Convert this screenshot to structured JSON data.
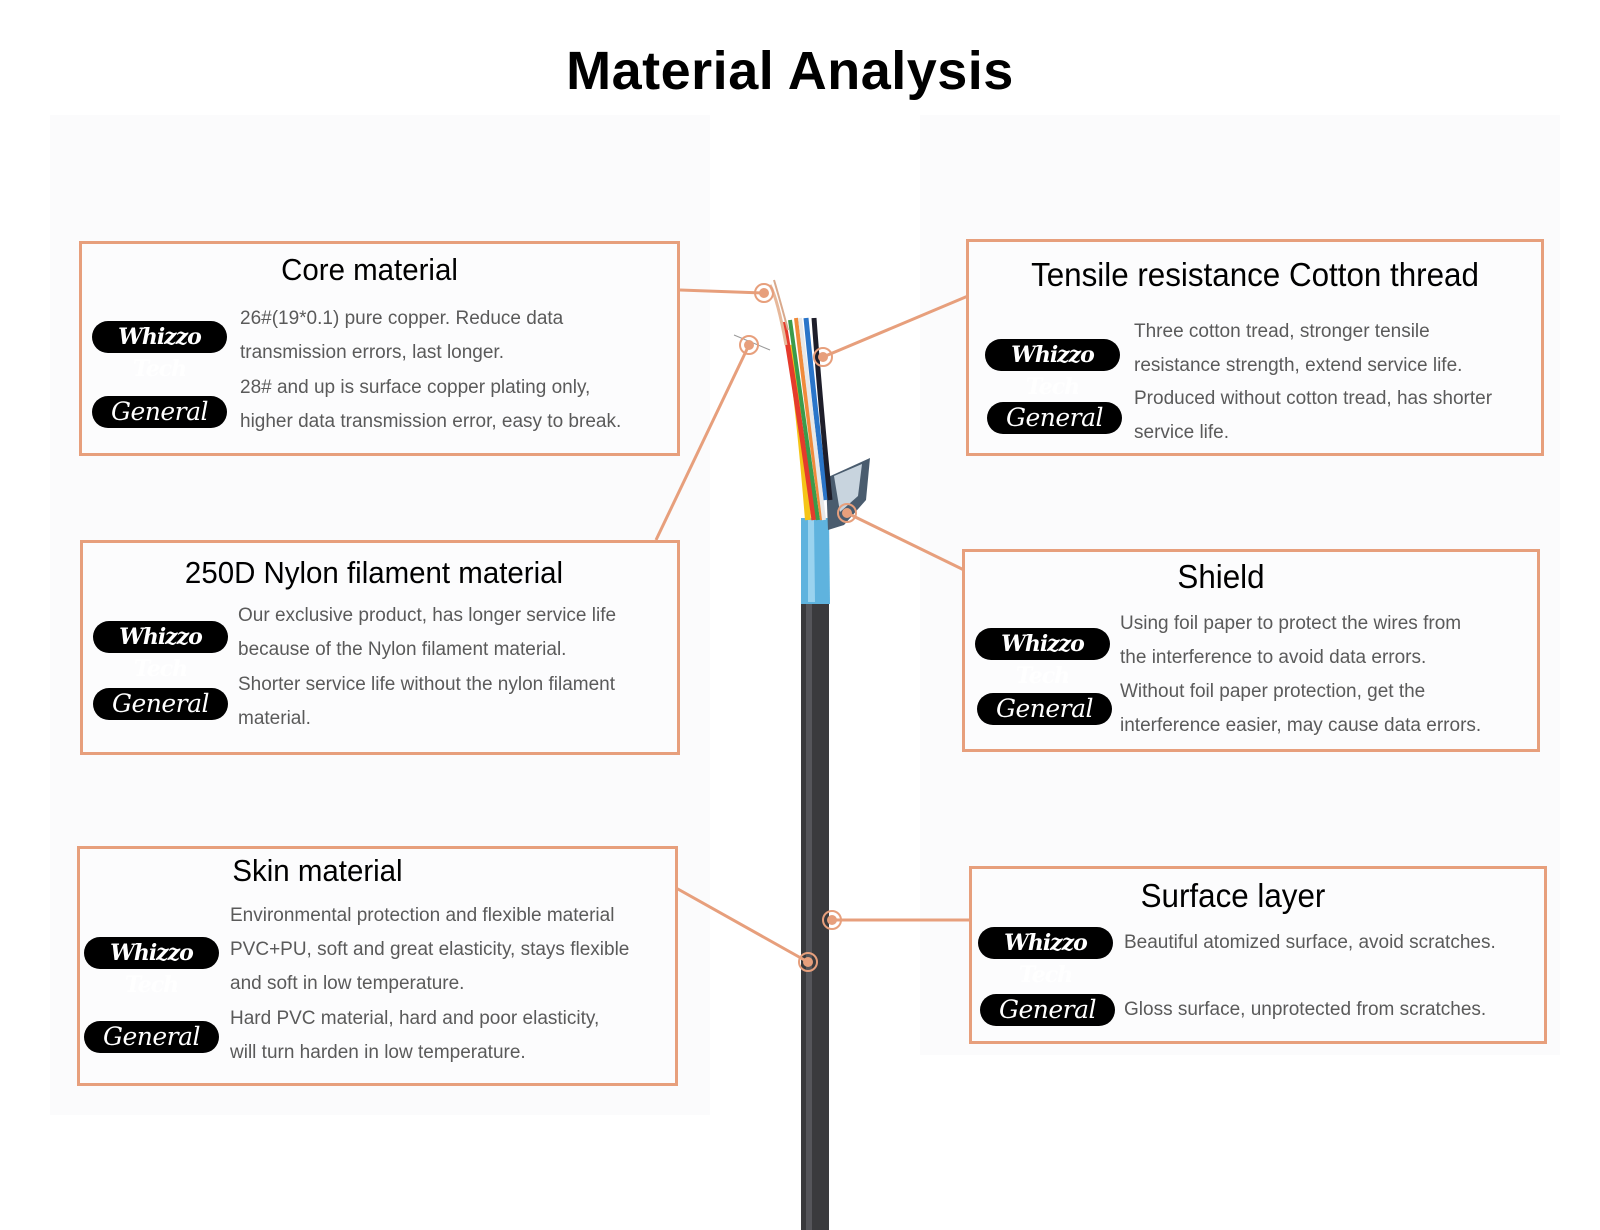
{
  "title": "Material Analysis",
  "brand_badge": "Whizzo Tech",
  "general_badge": "General",
  "colors": {
    "accent": "#e79f7c",
    "cable_jacket": "#3a3a3d",
    "shield_blue": "#5fb3de",
    "text": "#5a5a5a",
    "title": "#000000"
  },
  "cards": {
    "core": {
      "title": "Core material",
      "brand_lines": [
        "26#(19*0.1) pure copper. Reduce data",
        "transmission errors, last longer."
      ],
      "general_lines": [
        "28# and up is surface copper plating only,",
        "higher data transmission error, easy to break."
      ]
    },
    "nylon": {
      "title": "250D Nylon filament material",
      "brand_lines": [
        "Our exclusive product, has longer service life",
        "because of the Nylon filament material."
      ],
      "general_lines": [
        "Shorter service life without the nylon filament",
        "material."
      ]
    },
    "skin": {
      "title": "Skin material",
      "brand_lines": [
        "Environmental protection and flexible material",
        "PVC+PU, soft and great elasticity, stays flexible",
        "and soft in low temperature."
      ],
      "general_lines": [
        "Hard PVC material, hard and poor elasticity,",
        "will turn harden in low temperature."
      ]
    },
    "cotton": {
      "title": "Tensile resistance Cotton thread",
      "brand_lines": [
        "Three cotton tread, stronger tensile",
        "resistance strength, extend service life."
      ],
      "general_lines": [
        "Produced without cotton tread, has shorter",
        "service life."
      ]
    },
    "shield": {
      "title": "Shield",
      "brand_lines": [
        "Using foil paper to protect the wires from",
        "the interference to avoid data errors."
      ],
      "general_lines": [
        "Without foil paper protection, get the",
        "interference easier, may cause data errors."
      ]
    },
    "surface": {
      "title": "Surface layer",
      "brand_lines": [
        "Beautiful atomized surface, avoid scratches."
      ],
      "general_lines": [
        "Gloss surface, unprotected from scratches."
      ]
    }
  }
}
